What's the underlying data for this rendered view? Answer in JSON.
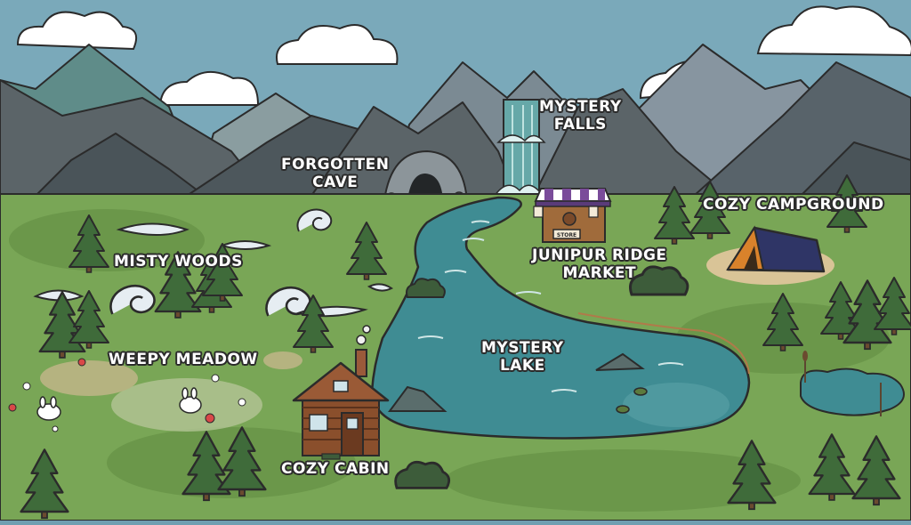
{
  "map": {
    "colors": {
      "sky": "#7aa9ba",
      "grass": "#79a656",
      "water": "#3f8c93",
      "mountain": "#6c7b83",
      "outline": "#2b2b2b"
    },
    "locations": {
      "mystery_falls": [
        "MYSTERY",
        "FALLS"
      ],
      "forgotten_cave": [
        "FORGOTTEN",
        "CAVE"
      ],
      "cozy_campground": [
        "COZY CAMPGROUND"
      ],
      "misty_woods": [
        "MISTY WOODS"
      ],
      "junipur_ridge_market": [
        "JUNIPUR RIDGE",
        "MARKET"
      ],
      "mystery_lake": [
        "MYSTERY",
        "LAKE"
      ],
      "weepy_meadow": [
        "WEEPY MEADOW"
      ],
      "cozy_cabin": [
        "COZY CABIN"
      ]
    },
    "store_sign": "STORE"
  }
}
